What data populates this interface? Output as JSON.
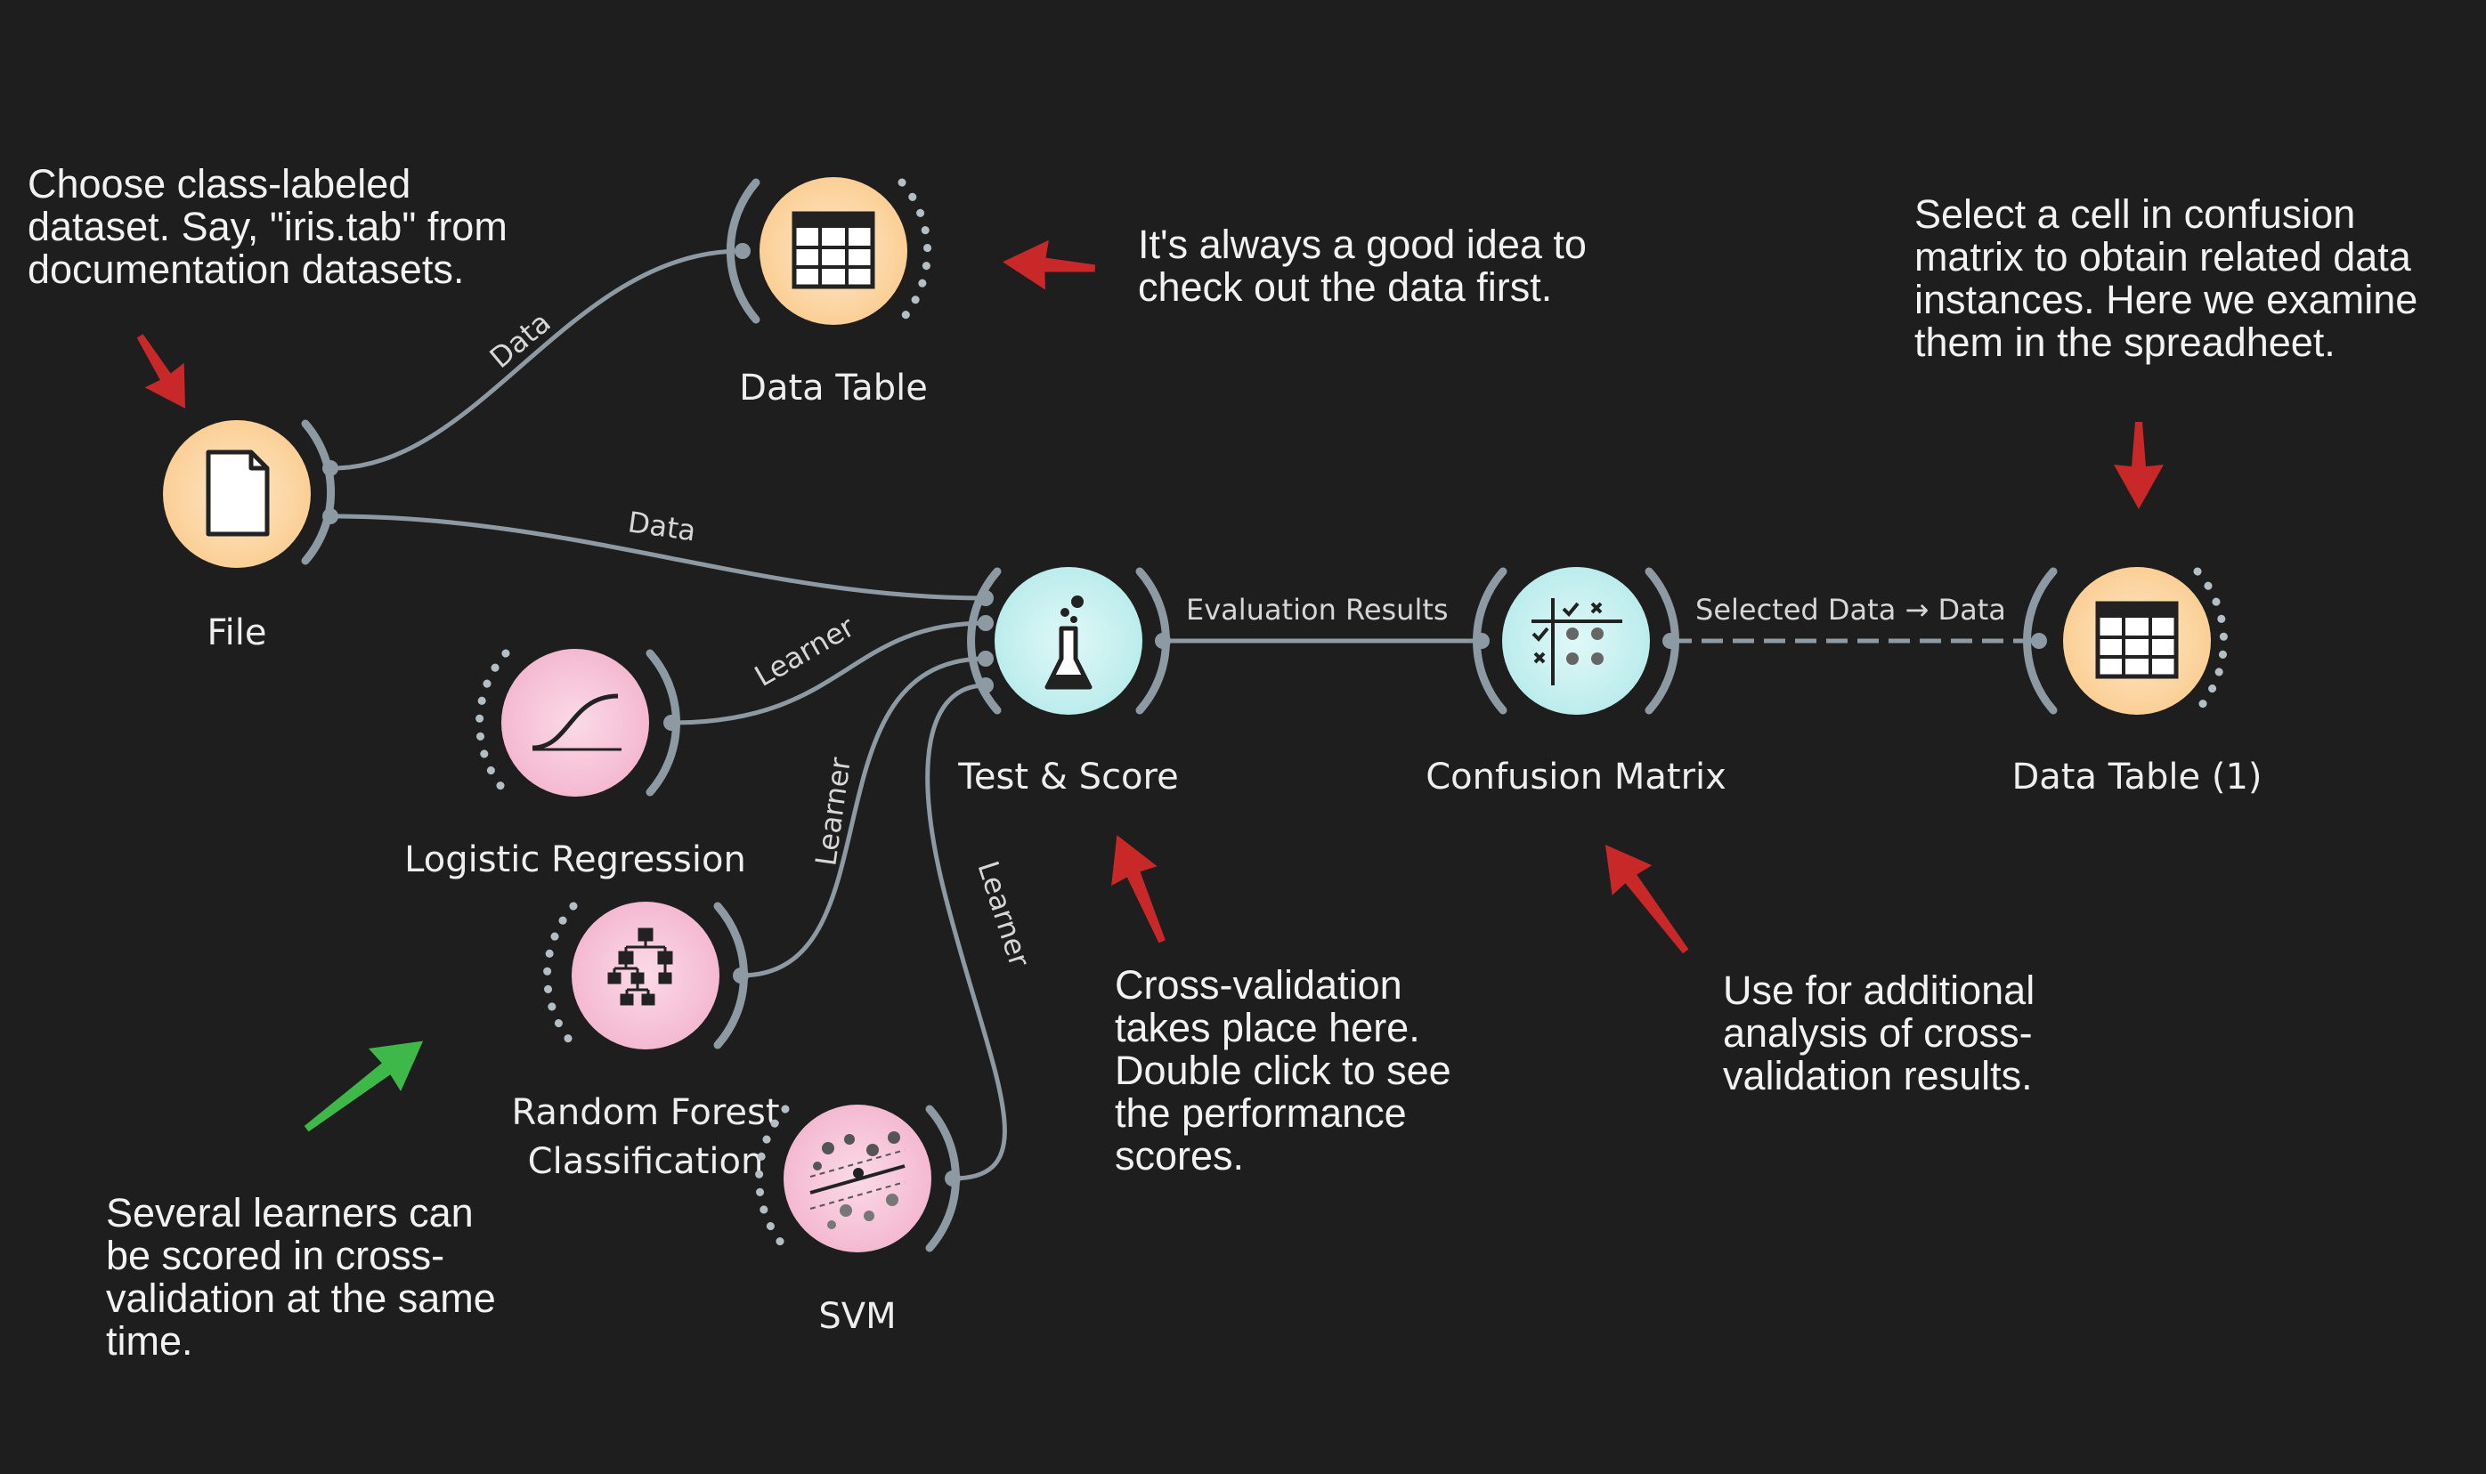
{
  "canvas": {
    "background": "#1e1e1e"
  },
  "colors": {
    "data_widget": "#fcd7a6",
    "eval_widget": "#c9f0f0",
    "model_widget": "#f7c6da",
    "wire": "#8e9aa3",
    "annotation_arrow": "#c82828",
    "annotation_arrow_green": "#3db849"
  },
  "nodes": {
    "file": {
      "label": "File",
      "icon": "file-icon"
    },
    "data_table": {
      "label": "Data Table",
      "icon": "table-icon"
    },
    "test_score": {
      "label": "Test & Score",
      "icon": "flask-icon"
    },
    "logistic_regression": {
      "label": "Logistic Regression",
      "icon": "sigmoid-icon"
    },
    "random_forest": {
      "label_line1": "Random Forest",
      "label_line2": "Classification",
      "icon": "tree-icon"
    },
    "svm": {
      "label": "SVM",
      "icon": "svm-scatter-icon"
    },
    "confusion_matrix": {
      "label": "Confusion Matrix",
      "icon": "confusion-matrix-icon"
    },
    "data_table_1": {
      "label": "Data Table (1)",
      "icon": "table-icon"
    }
  },
  "links": {
    "file_to_table": "Data",
    "file_to_test": "Data",
    "logreg_to_test": "Learner",
    "rf_to_test": "Learner",
    "svm_to_test": "Learner",
    "test_to_cm": "Evaluation Results",
    "cm_to_table": "Selected Data → Data"
  },
  "annotations": {
    "file": [
      "Choose class-labeled",
      "dataset. Say, \"iris.tab\" from",
      "documentation datasets."
    ],
    "data_table": [
      "It's always a good idea to",
      "check out the data first."
    ],
    "data_table_1": [
      "Select a cell in confusion",
      "matrix to obtain related data",
      "instances. Here we examine",
      "them in the spreadheet."
    ],
    "test_score": [
      "Cross-validation",
      "takes place here.",
      "Double click to see",
      "the performance",
      "scores."
    ],
    "confusion_matrix": [
      "Use for additional",
      "analysis of cross-",
      "validation results."
    ],
    "learners": [
      "Several learners can",
      "be scored in cross-",
      "validation at the same",
      "time."
    ]
  }
}
